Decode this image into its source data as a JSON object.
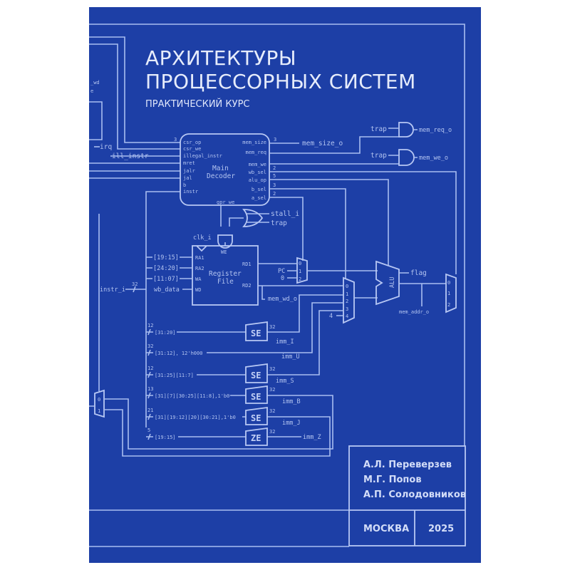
{
  "cover": {
    "title_line1": "АРХИТЕКТУРЫ",
    "title_line2": "ПРОЦЕССОРНЫХ СИСТЕМ",
    "subtitle": "ПРАКТИЧЕСКИЙ КУРС",
    "authors": [
      "А.Л. Переверзев",
      "М.Г. Попов",
      "А.П. Солодовников"
    ],
    "city": "МОСКВА",
    "year": "2025",
    "colors": {
      "background": "#1d3fa6",
      "lines": "#a9bdf0",
      "text": "#e6ecfb"
    }
  },
  "diagram": {
    "edge_wd": "_wd",
    "edge_e": "e",
    "irq": "irq",
    "ill_instr": "ill_instr",
    "decoder_title1": "Main",
    "decoder_title2": "Decoder",
    "dec_in": [
      "csr_op",
      "csr_we",
      "illegal_instr",
      "mret",
      "jalr",
      "jal",
      "b",
      "instr"
    ],
    "dec_out": [
      "mem_size",
      "mem_req",
      "mem_we",
      "wb_sel",
      "alu_op",
      "b_sel",
      "a_sel"
    ],
    "gpr_we": "gpr_we",
    "w3a": "3",
    "w3b": "3",
    "w2a": "2",
    "w5": "5",
    "w3c": "3",
    "w2b": "2",
    "mem_size_o": "mem_size_o",
    "trap1": "trap",
    "trap2": "trap",
    "mem_req_o": "mem_req_o",
    "mem_we_o": "mem_we_o",
    "stall_i": "stall_i",
    "trap3": "trap",
    "clk_i": "clk_i",
    "we": "WE",
    "rf_title1": "Register",
    "rf_title2": "File",
    "rf_ports": [
      "RA1",
      "RA2",
      "WA",
      "WD"
    ],
    "rd1": "RD1",
    "rd2": "RD2",
    "fields": [
      "[19:15]",
      "[24:20]",
      "[11:07]"
    ],
    "wb_data": "wb_data",
    "instr_i": "instr_i",
    "w32": "32",
    "pc": "PC",
    "zero": "0",
    "mux3": [
      "0",
      "1",
      "2"
    ],
    "mux5": [
      "0",
      "1",
      "2",
      "3",
      "4"
    ],
    "four": "4",
    "mem_wd_o": "mem_wd_o",
    "alu": "ALU",
    "flag": "flag",
    "mem_addr_o": "mem_addr_o",
    "imm_rows": [
      {
        "width": "12",
        "field": "[31:20]",
        "unit": "SE",
        "out_width": "32",
        "name": "imm_I"
      },
      {
        "width": "32",
        "field": "[31:12], 12'h000",
        "unit": "",
        "out_width": "",
        "name": "imm_U"
      },
      {
        "width": "12",
        "field": "[31:25][11:7]",
        "unit": "SE",
        "out_width": "32",
        "name": "imm_S"
      },
      {
        "width": "13",
        "field": "[31][7][30:25][11:8],1'b0",
        "unit": "SE",
        "out_width": "32",
        "name": "imm_B"
      },
      {
        "width": "21",
        "field": "[31][19:12][20][30:21],1'b0",
        "unit": "SE",
        "out_width": "32",
        "name": "imm_J"
      },
      {
        "width": "5",
        "field": "[19:15]",
        "unit": "ZE",
        "out_width": "32",
        "name": "imm_Z"
      }
    ],
    "lmux": [
      "0",
      "1"
    ]
  }
}
